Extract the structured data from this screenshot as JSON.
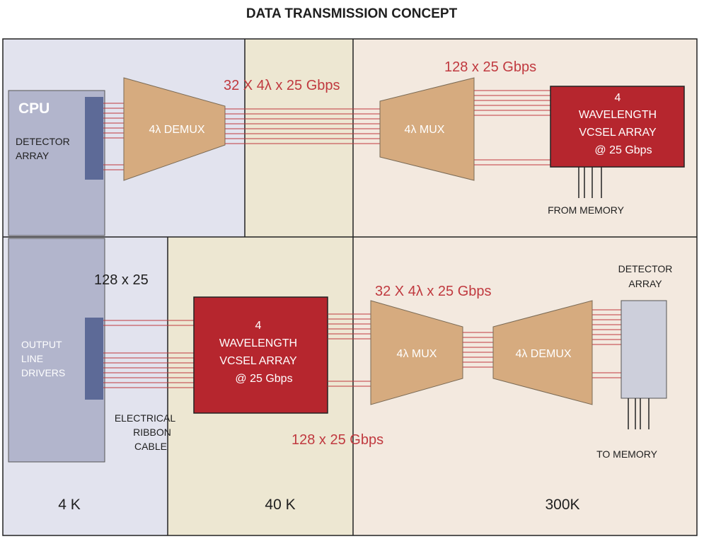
{
  "title": "DATA TRANSMISSION CONCEPT",
  "colors": {
    "zone_4k": "#e2e3ee",
    "zone_40k": "#ede7d2",
    "zone_300k": "#f3e9df",
    "cpu_block": "#b2b5cc",
    "detector_bar": "#5d6a97",
    "mux_body": "#d6ab7f",
    "vcsel_body": "#b6262e",
    "fiber_line": "#c0393f",
    "rate_text": "#c0393f",
    "detector_box": "#cdcfdb",
    "text_dark": "#1f1f1f"
  },
  "top_row": {
    "cpu_label": "CPU",
    "detector_label_1": "DETECTOR",
    "detector_label_2": "ARRAY",
    "demux_label": "4λ DEMUX",
    "fiber_rate": "32 X 4λ x 25 Gbps",
    "mux_label": "4λ MUX",
    "output_rate": "128 x 25 Gbps",
    "vcsel_label_1": "4",
    "vcsel_label_2": "WAVELENGTH",
    "vcsel_label_3": "VCSEL ARRAY",
    "vcsel_label_4": "@ 25 Gbps",
    "memory_label": "FROM MEMORY"
  },
  "bottom_row": {
    "ribbon_rate": "128 x 25",
    "drivers_label_1": "OUTPUT",
    "drivers_label_2": "LINE",
    "drivers_label_3": "DRIVERS",
    "cable_label_1": "ELECTRICAL",
    "cable_label_2": "RIBBON",
    "cable_label_3": "CABLE",
    "vcsel_label_1": "4",
    "vcsel_label_2": "WAVELENGTH",
    "vcsel_label_3": "VCSEL ARRAY",
    "vcsel_label_4": "@ 25 Gbps",
    "fiber_rate": "32 X 4λ x 25 Gbps",
    "mux_label": "4λ MUX",
    "demux_label": "4λ DEMUX",
    "detector_label_1": "DETECTOR",
    "detector_label_2": "ARRAY",
    "output_rate": "128 x 25 Gbps",
    "memory_label": "TO MEMORY"
  },
  "zones": {
    "zone_4k_label": "4 K",
    "zone_40k_label": "40 K",
    "zone_300k_label": "300K"
  }
}
